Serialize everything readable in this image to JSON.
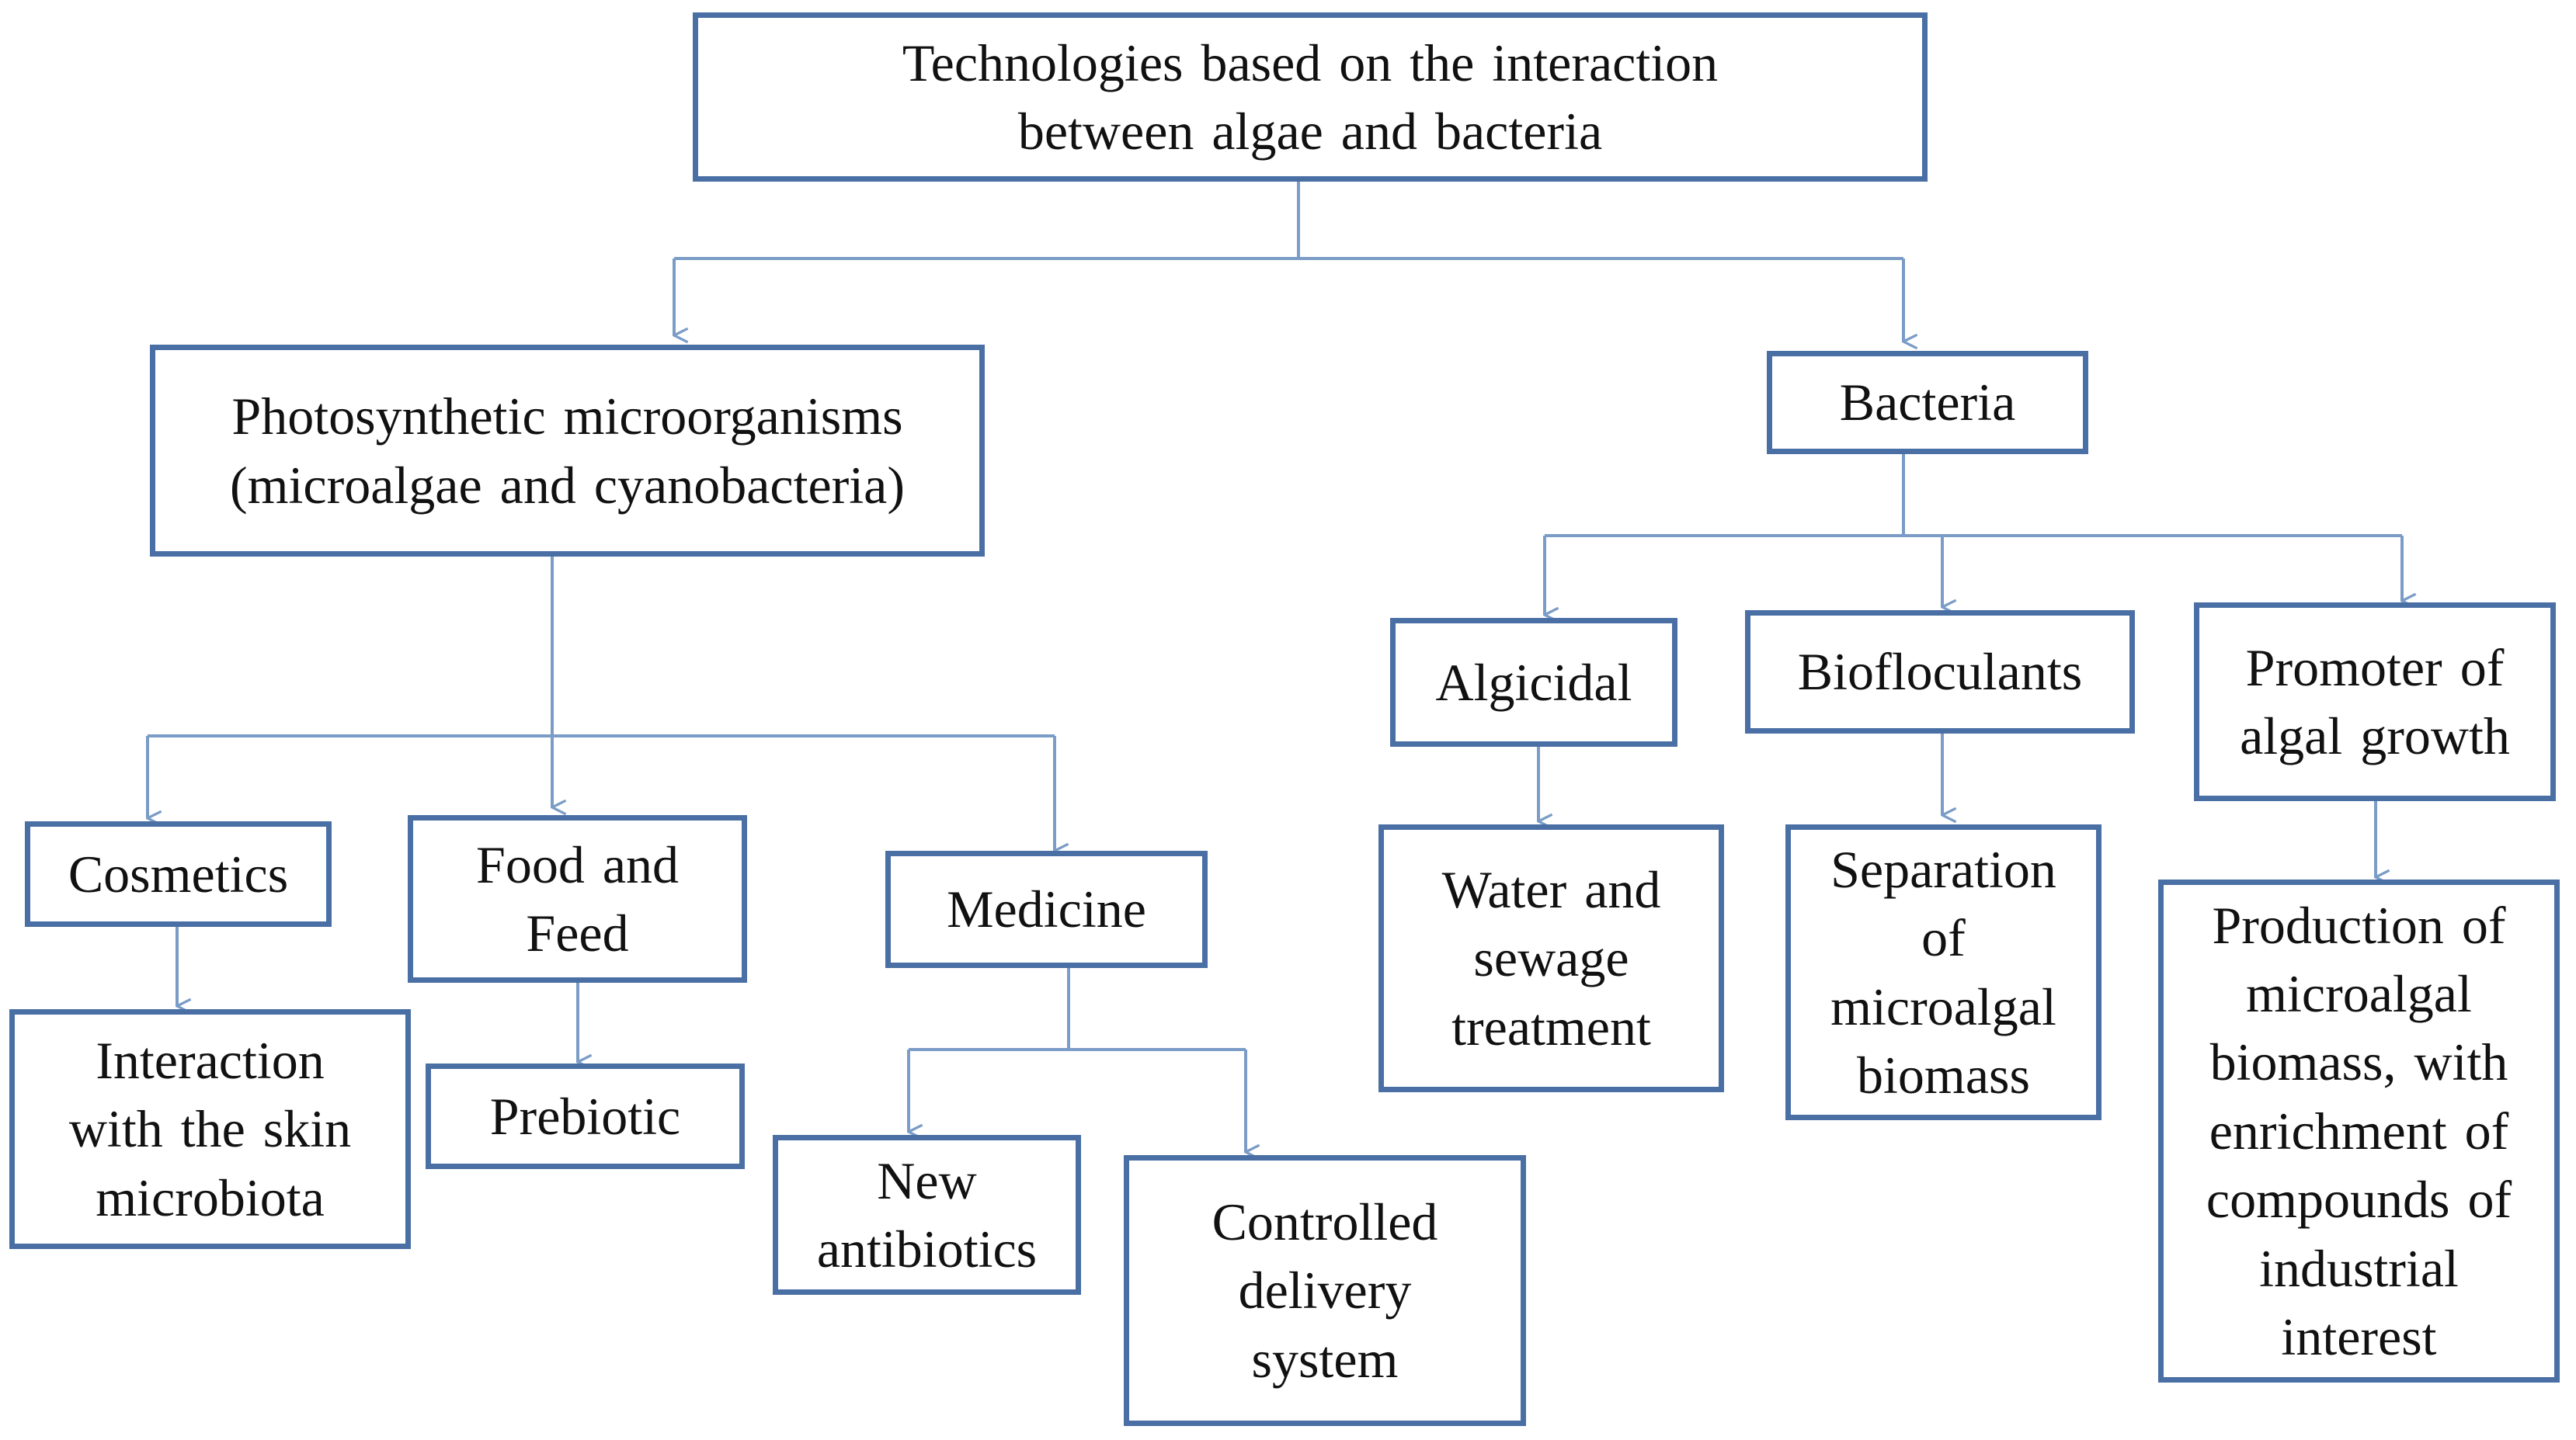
{
  "colors": {
    "border": "#4a6fa5",
    "connector": "#7a9cc6",
    "text": "#111111",
    "background": "#ffffff"
  },
  "nodes": {
    "root": "Technologies based on the interaction\nbetween algae and bacteria",
    "photosynthetic": "Photosynthetic microorganisms\n(microalgae and cyanobacteria)",
    "bacteria": "Bacteria",
    "cosmetics": "Cosmetics",
    "food_feed": "Food and\nFeed",
    "medicine": "Medicine",
    "skin_microbiota": "Interaction\nwith the skin\nmicrobiota",
    "prebiotic": "Prebiotic",
    "new_antibiotics": "New\nantibiotics",
    "controlled_delivery": "Controlled\ndelivery\nsystem",
    "algicidal": "Algicidal",
    "biofloculants": "Biofloculants",
    "promoter": "Promoter of\nalgal growth",
    "water_treatment": "Water and\nsewage\ntreatment",
    "separation": "Separation\nof\nmicroalgal\nbiomass",
    "production": "Production of\nmicroalgal\nbiomass, with\nenrichment of\ncompounds of\nindustrial\ninterest"
  }
}
